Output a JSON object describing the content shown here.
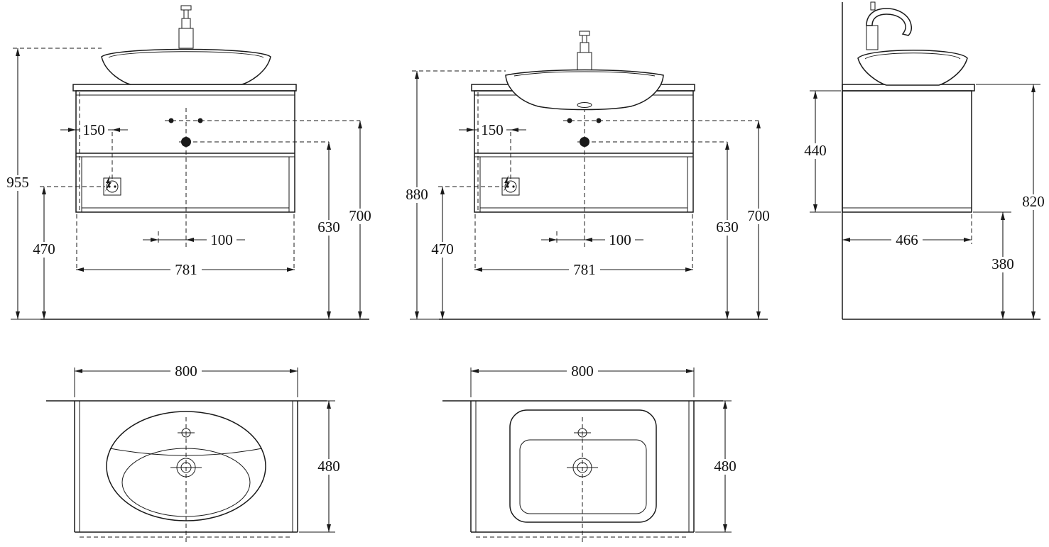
{
  "page": {
    "background": "#ffffff",
    "line_color": "#1a1a1a"
  },
  "front_views": {
    "shared_dims": {
      "edge_to_outlet": "150",
      "drain_offset": "100",
      "inner_width": "781",
      "drain_height": "630",
      "supply_height": "700",
      "outlet_height": "470"
    },
    "left": {
      "overall_height": "955"
    },
    "middle": {
      "overall_height": "880"
    }
  },
  "side_view": {
    "cabinet_height": "440",
    "cabinet_depth": "466",
    "floor_clearance": "380",
    "worktop_height": "820"
  },
  "plan_views": {
    "shared_dims": {
      "width": "800",
      "depth": "480"
    }
  }
}
